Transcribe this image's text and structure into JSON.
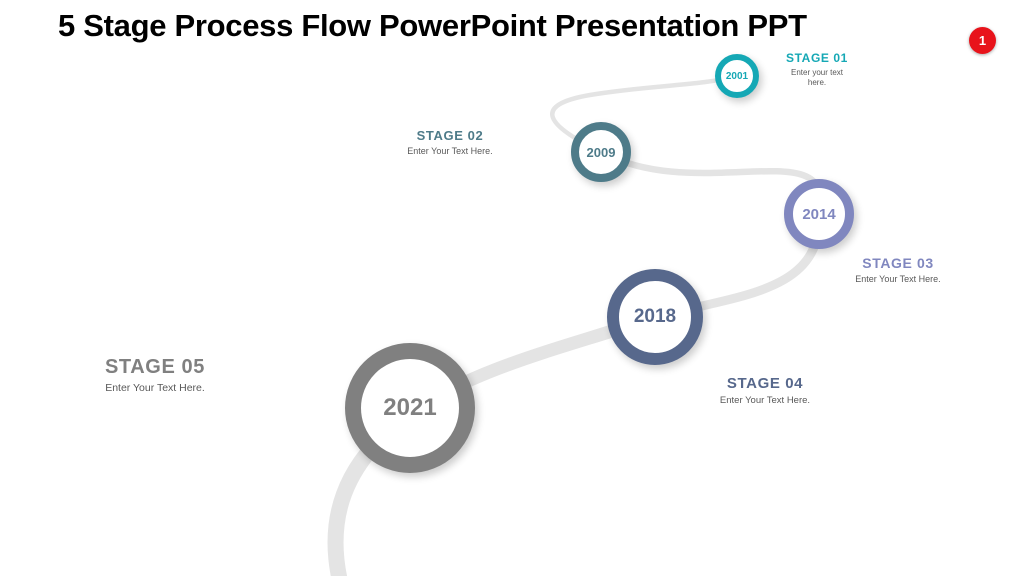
{
  "slide": {
    "title": "5 Stage Process Flow PowerPoint Presentation PPT",
    "page_badge": "1",
    "badge_color": "#e8131b",
    "road_color": "#e4e4e4",
    "desc_text_color": "#595959"
  },
  "stages": [
    {
      "label": "STAGE 01",
      "year": "2001",
      "description": "Enter your text here.",
      "color": "#15a8b5"
    },
    {
      "label": "STAGE 02",
      "year": "2009",
      "description": "Enter Your Text Here.",
      "color": "#4e7b89"
    },
    {
      "label": "STAGE 03",
      "year": "2014",
      "description": "Enter Your Text Here.",
      "color": "#8087bf"
    },
    {
      "label": "STAGE 04",
      "year": "2018",
      "description": "Enter Your Text Here.",
      "color": "#57688c"
    },
    {
      "label": "STAGE 05",
      "year": "2021",
      "description": "Enter Your Text Here.",
      "color": "#808080"
    }
  ]
}
